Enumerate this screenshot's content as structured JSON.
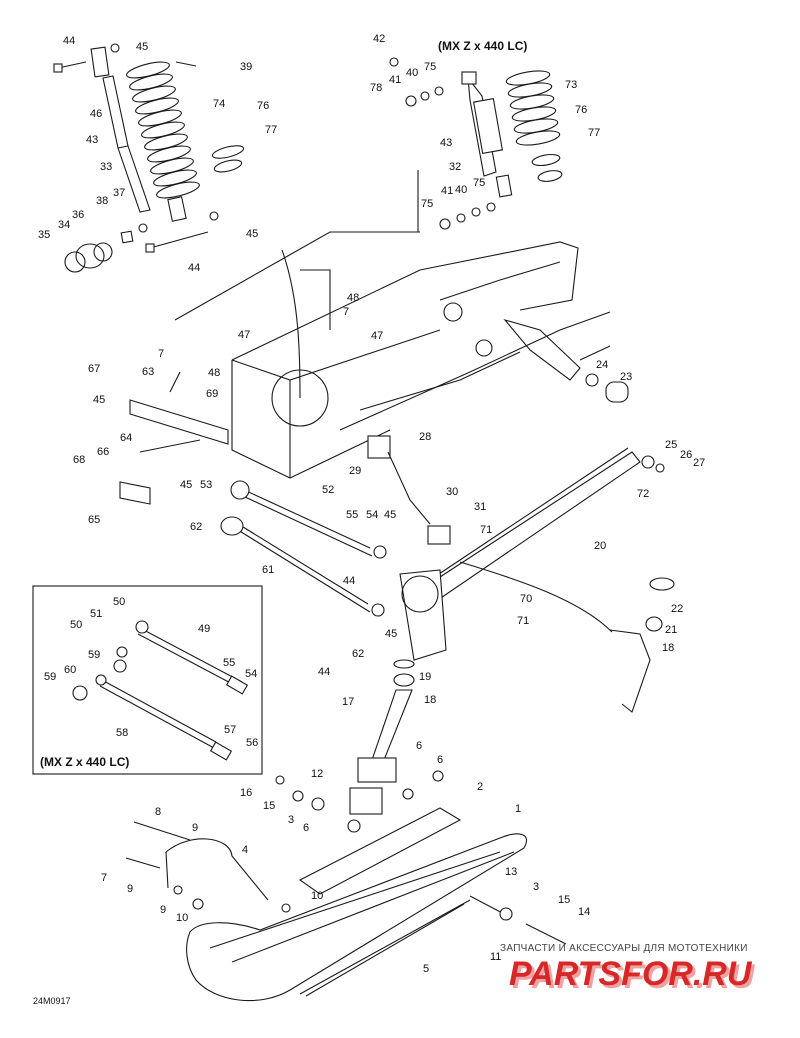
{
  "variant_labels": {
    "top": "(MX Z x 440 LC)",
    "inset": "(MX Z x 440 LC)"
  },
  "diagram_code": "24M0917",
  "watermark": {
    "tagline": "ЗАПЧАСТИ И АКСЕССУАРЫ ДЛЯ МОТОТЕХНИКИ",
    "logo": "PARTSFOR.RU"
  },
  "callouts": [
    "44",
    "45",
    "39",
    "46",
    "74",
    "76",
    "43",
    "77",
    "33",
    "37",
    "38",
    "36",
    "34",
    "35",
    "45",
    "44",
    "42",
    "75",
    "40",
    "41",
    "78",
    "73",
    "76",
    "43",
    "77",
    "32",
    "41",
    "40",
    "75",
    "75",
    "48",
    "7",
    "47",
    "7",
    "48",
    "67",
    "63",
    "69",
    "45",
    "47",
    "24",
    "23",
    "28",
    "64",
    "66",
    "68",
    "45",
    "53",
    "29",
    "65",
    "52",
    "30",
    "31",
    "55",
    "54",
    "45",
    "71",
    "62",
    "20",
    "25",
    "26",
    "27",
    "72",
    "61",
    "44",
    "70",
    "71",
    "22",
    "45",
    "62",
    "44",
    "21",
    "18",
    "19",
    "18",
    "17",
    "50",
    "51",
    "49",
    "50",
    "59",
    "55",
    "60",
    "54",
    "59",
    "58",
    "57",
    "56",
    "12",
    "6",
    "6",
    "16",
    "15",
    "3",
    "2",
    "1",
    "8",
    "9",
    "6",
    "4",
    "7",
    "9",
    "9",
    "10",
    "10",
    "13",
    "3",
    "15",
    "14",
    "11",
    "5"
  ]
}
